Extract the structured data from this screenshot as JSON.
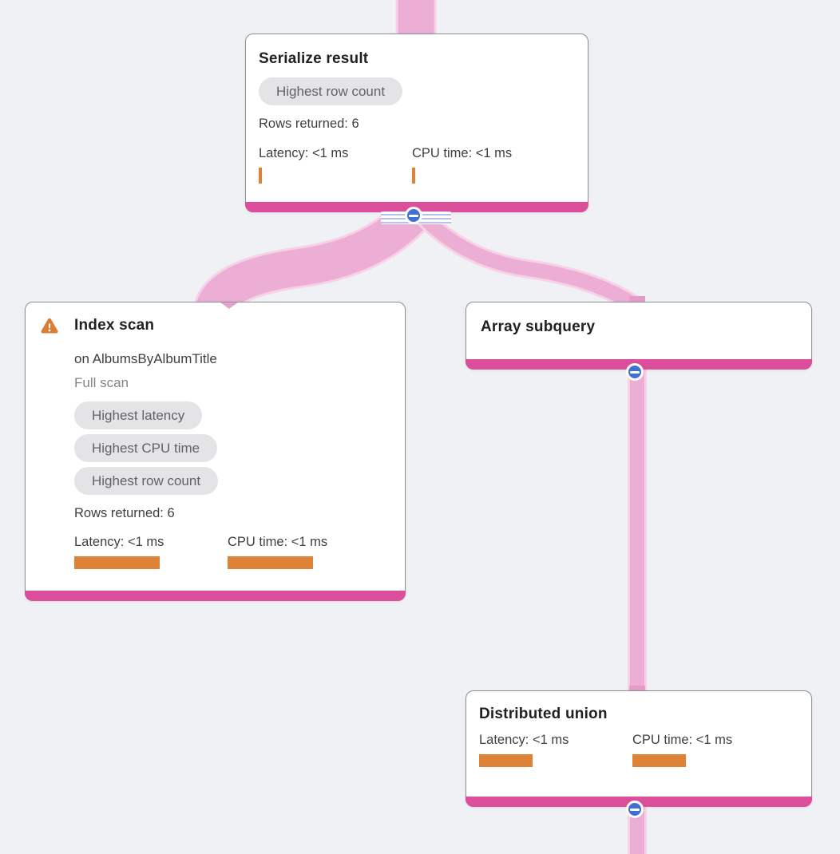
{
  "colors": {
    "background": "#f0f1f4",
    "card_accent_magenta": "#dc4d9c",
    "edge_pink": "#ecaed4",
    "edge_pink_light": "#f7d2e7",
    "metric_bar_orange": "#dd8236",
    "warning_orange": "#db7e33",
    "collapse_button_blue": "#4070d4",
    "badge_gray": "#e4e4e7",
    "badge_text_gray": "#5f6368"
  },
  "icons": {
    "warning": "warning-icon (orange triangle with exclamation)",
    "collapse": "minus-icon (collapse node button)"
  },
  "nodes": {
    "serialize_result": {
      "title": "Serialize result",
      "badges": [
        "Highest row count"
      ],
      "rows_returned": "Rows returned: 6",
      "metrics": [
        {
          "label": "Latency: <1 ms",
          "bar_style": "width:4px;height:20px"
        },
        {
          "label": "CPU time: <1 ms",
          "bar_style": "width:4px;height:20px"
        }
      ]
    },
    "index_scan": {
      "title": "Index scan",
      "subtitle": "on AlbumsByAlbumTitle",
      "note": "Full scan",
      "badges": [
        "Highest latency",
        "Highest CPU time",
        "Highest row count"
      ],
      "rows_returned": "Rows returned: 6",
      "metrics": [
        {
          "label": "Latency: <1 ms",
          "bar_style": "width:107px;height:16px"
        },
        {
          "label": "CPU time: <1 ms",
          "bar_style": "width:107px;height:16px"
        }
      ]
    },
    "array_subquery": {
      "title": "Array subquery"
    },
    "distributed_union": {
      "title": "Distributed union",
      "metrics": [
        {
          "label": "Latency: <1 ms",
          "bar_style": "width:67px;height:16px"
        },
        {
          "label": "CPU time: <1 ms",
          "bar_style": "width:67px;height:16px"
        }
      ]
    }
  },
  "edges": [
    {
      "from": "offscreen-above",
      "to": "Serialize result"
    },
    {
      "from": "Serialize result",
      "to": "Index scan"
    },
    {
      "from": "Serialize result",
      "to": "Array subquery"
    },
    {
      "from": "Array subquery",
      "to": "Distributed union"
    },
    {
      "from": "Distributed union",
      "to": "offscreen-below"
    }
  ]
}
